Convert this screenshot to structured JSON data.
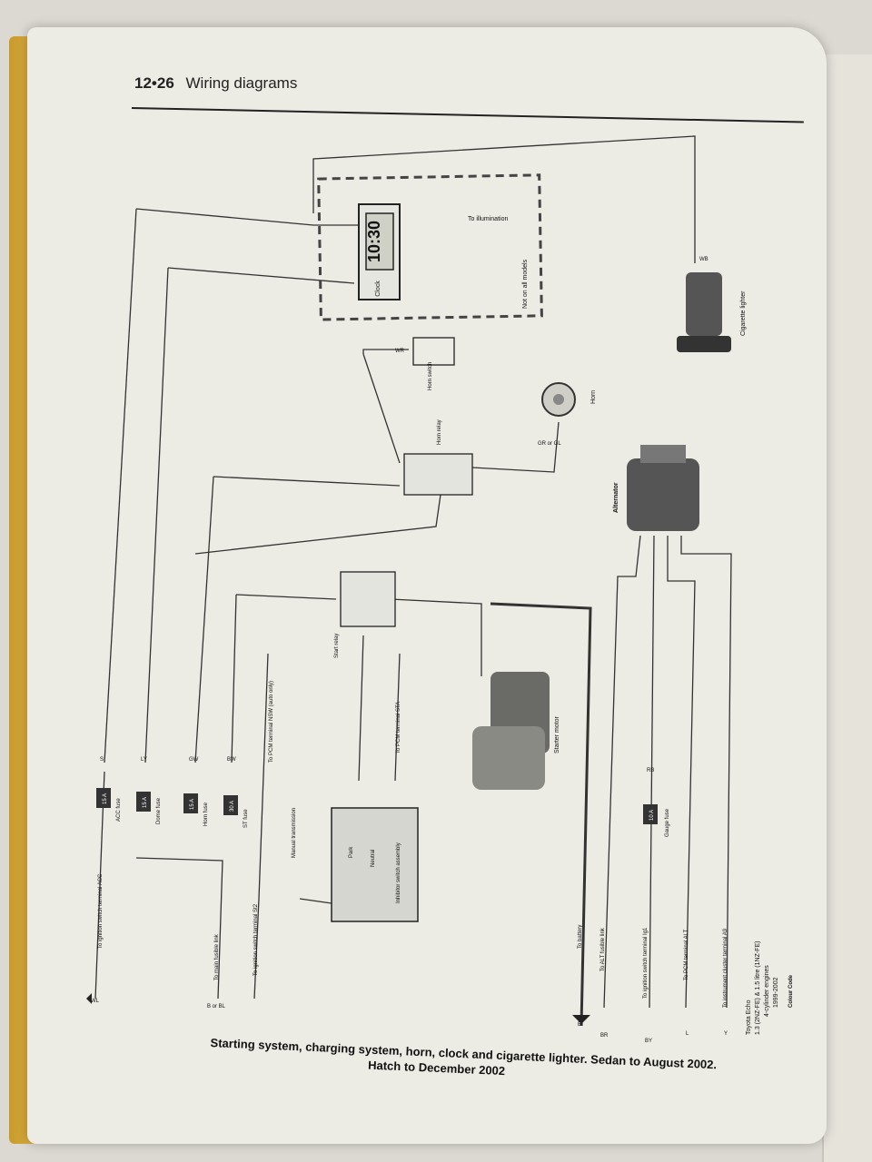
{
  "header": {
    "page_number": "12•26",
    "title": "Wiring diagrams"
  },
  "clock": {
    "display": "10:30",
    "label": "Clock",
    "illumination": "To illumination",
    "not_all_models": "Not on all models"
  },
  "components": {
    "cigarette_lighter": "Cigarette lighter",
    "horn_switch": "Horn switch",
    "horn_relay": "Horn relay",
    "horn": "Horn",
    "alternator": "Alternator",
    "start_relay": "Start relay",
    "starter_motor": "Starter motor",
    "inhibitor_switch": "Inhibitor switch assembly",
    "park": "Park",
    "neutral": "Neutral",
    "manual_transmission": "Manual transmission"
  },
  "fuses": [
    {
      "rating": "15 A",
      "name": "ACC fuse"
    },
    {
      "rating": "15 A",
      "name": "Dome fuse"
    },
    {
      "rating": "15 A",
      "name": "Horn fuse"
    },
    {
      "rating": "30 A",
      "name": "ST fuse"
    },
    {
      "rating": "10 A",
      "name": "Gauge fuse"
    }
  ],
  "terminals": {
    "ign_acc": "To ignition switch terminal ACC",
    "main_fusible": "To main fusible link",
    "ign_st2": "To ignition switch terminal St2",
    "pcm_nsw": "To PCM terminal NSW (auto only)",
    "pcm_sta": "To PCM terminal STA",
    "battery": "To battery",
    "alt_fusible": "To ALT fusible link",
    "ign_ig1": "To ignition switch terminal Ig1",
    "pcm_alt": "To PCM terminal ALT",
    "cluster_a9": "To instrument cluster terminal A9"
  },
  "wire_codes": {
    "wl": "WL",
    "ly": "LY",
    "gw": "GW",
    "bw": "BW",
    "b": "B",
    "s": "S",
    "br": "BR",
    "by": "BY",
    "rb": "RB",
    "l": "L",
    "y": "Y",
    "wb": "WB",
    "wr": "WR",
    "gr_gl": "GR or GL",
    "b_or_bl": "B or BL"
  },
  "vehicle": {
    "model": "Toyota Echo",
    "engine": "1.3 (2NZ-FE) & 1.5 litre (1NZ-FE)",
    "cyl": "4-cylinder engines",
    "years": "1999-2002",
    "colour_code_title": "Colour Code"
  },
  "caption": {
    "line1": "Starting system, charging system, horn, clock and cigarette lighter. Sedan to August 2002.",
    "line2": "Hatch to December 2002"
  }
}
